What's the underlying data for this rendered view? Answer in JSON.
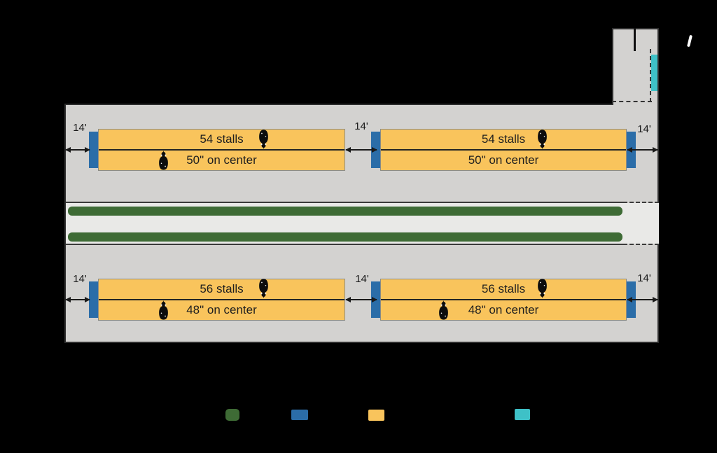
{
  "diagram": {
    "title": "",
    "pens": [
      {
        "id": "top-left",
        "line1": "54 stalls",
        "line2": "50\" on center"
      },
      {
        "id": "top-right",
        "line1": "54 stalls",
        "line2": "50\" on center"
      },
      {
        "id": "bottom-left",
        "line1": "56 stalls",
        "line2": "48\" on center"
      },
      {
        "id": "bottom-right",
        "line1": "56 stalls",
        "line2": "48\" on center"
      }
    ],
    "dimensions": {
      "crossover_labels": [
        "14'",
        "14'",
        "14'",
        "14'",
        "14'",
        "14'"
      ]
    },
    "colors": {
      "background": "#000000",
      "barn_floor": "#D3D2D0",
      "feed_alley": "#E9E9E7",
      "outline": "#2E2E2E",
      "stall_platform": "#F9C45C",
      "waterer": "#2B6DA8",
      "feed_bunk": "#3E6B35",
      "crowd_gate": "#3EC1C7"
    },
    "legend": {
      "swatches": [
        {
          "name": "feed-bunk",
          "color": "#3E6B35",
          "label": ""
        },
        {
          "name": "waterer",
          "color": "#2B6DA8",
          "label": ""
        },
        {
          "name": "stalls",
          "color": "#F9C45C",
          "label": ""
        },
        {
          "name": "crowd-gate",
          "color": "#3EC1C7",
          "label": ""
        }
      ]
    }
  }
}
